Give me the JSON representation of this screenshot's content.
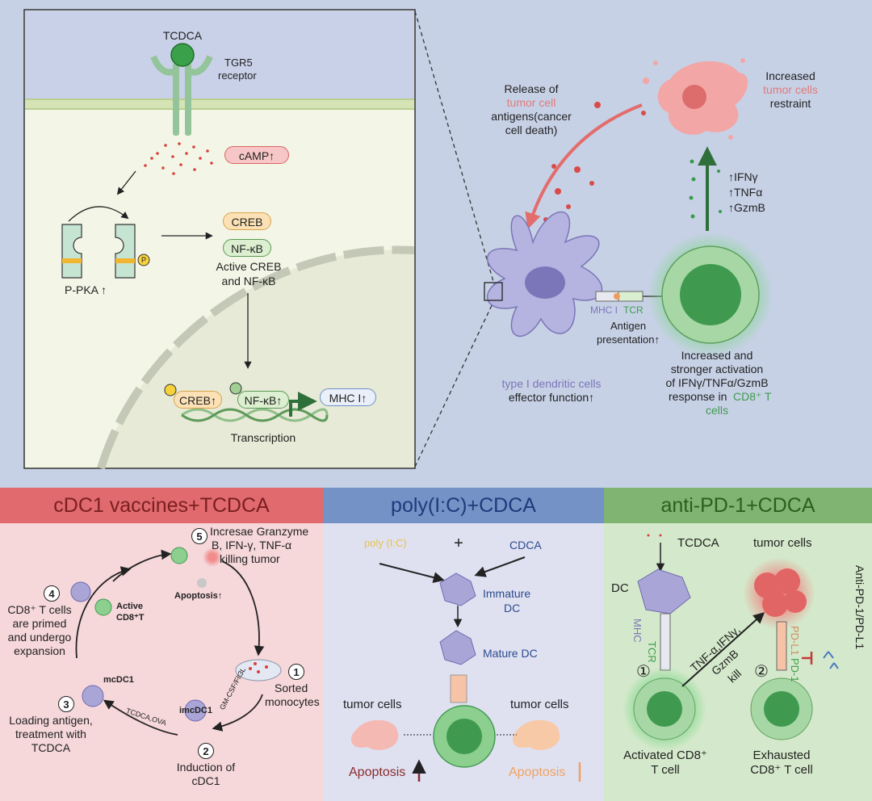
{
  "top_left": {
    "tcdca": "TCDCA",
    "tgr5": "TGR5",
    "receptor": "receptor",
    "camp": "cAMP↑",
    "ppka": "P-PKA ↑",
    "p": "P",
    "creb": "CREB",
    "nfkb": "NF-κB",
    "active_line1": "Active CREB",
    "active_line2": "and NF-κB",
    "creb_up": "CREB↑",
    "nfkb_up": "NF-κB↑",
    "mhc_up": "MHC I↑",
    "transcription": "Transcription"
  },
  "top_right": {
    "release_1": "Release of",
    "release_2": "tumor cell",
    "release_3": "antigens(cancer",
    "release_4": "cell death)",
    "increased_1": "Increased",
    "increased_2": "tumor cells",
    "increased_3": "restraint",
    "ifng": "↑IFNγ",
    "tnfa": "↑TNFα",
    "gzmb": "↑GzmB",
    "mhc": "MHC I",
    "tcr": "TCR",
    "antigen_1": "Antigen",
    "antigen_2": "presentation↑",
    "dc_1": "type I dendritic cells",
    "dc_2": "effector function↑",
    "resp_1": "Increased and",
    "resp_2": "stronger activation",
    "resp_3": "of IFNγ/TNFα/GzmB",
    "resp_4": "response in",
    "resp_4b": "CD8⁺ T",
    "resp_5": "cells"
  },
  "panel1": {
    "title": "cDC1 vaccines+TCDCA",
    "step5_1": "Incresae Granzyme",
    "step5_2": "B, IFN-γ, TNF-α",
    "step5_3": "killing tumor",
    "apoptosis": "Apoptosis↑",
    "active_1": "Active",
    "active_2": "CD8⁺T",
    "step4_1": "CD8⁺ T cells",
    "step4_2": "are primed",
    "step4_3": "and undergo",
    "step4_4": "expansion",
    "step1_1": "Sorted",
    "step1_2": "monocytes",
    "mcdc1": "mcDC1",
    "imcdc1": "imcDC1",
    "gmcsf": "GM-CSF/Flt3L",
    "tcdcaova": "TCDCA,OVA",
    "step3_1": "Loading  antigen,",
    "step3_2": "treatment with",
    "step3_3": "TCDCA",
    "step2_1": "Induction of",
    "step2_2": "cDC1",
    "n1": "1",
    "n2": "2",
    "n3": "3",
    "n4": "4",
    "n5": "5"
  },
  "panel2": {
    "title": "poly(I:C)+CDCA",
    "polyic": "poly (I:C)",
    "plus": "+",
    "cdca": "CDCA",
    "immature_1": "Immature",
    "immature_2": "DC",
    "mature": "Mature DC",
    "tumor_left": "tumor cells",
    "tumor_right": "tumor cells",
    "apop_left": "Apoptosis",
    "apop_right": "Apoptosis"
  },
  "panel3": {
    "title": "anti-PD-1+CDCA",
    "tcdca": "TCDCA",
    "tumor": "tumor cells",
    "dc": "DC",
    "mhc": "MHC",
    "tcr": "TCR",
    "pdl1": "PD-L1",
    "pd1": "PD-1",
    "kill_1": "TNF-α,IFNγ,",
    "kill_2": "GzmB",
    "kill_3": "kill",
    "anti": "Anti-PD-1/PD-L1",
    "n1": "①",
    "n2": "②",
    "act_1": "Activated CD8⁺",
    "act_2": "T cell",
    "exh_1": "Exhausted",
    "exh_2": "CD8⁺ T cell"
  },
  "colors": {
    "tumor_red": "#e07a7a",
    "cd8_green": "#3f9a4f",
    "dc_purple": "#8a83c4",
    "panel1_header": "#e06a6d",
    "panel2_header": "#7592c7",
    "panel3_header": "#7fb472"
  }
}
